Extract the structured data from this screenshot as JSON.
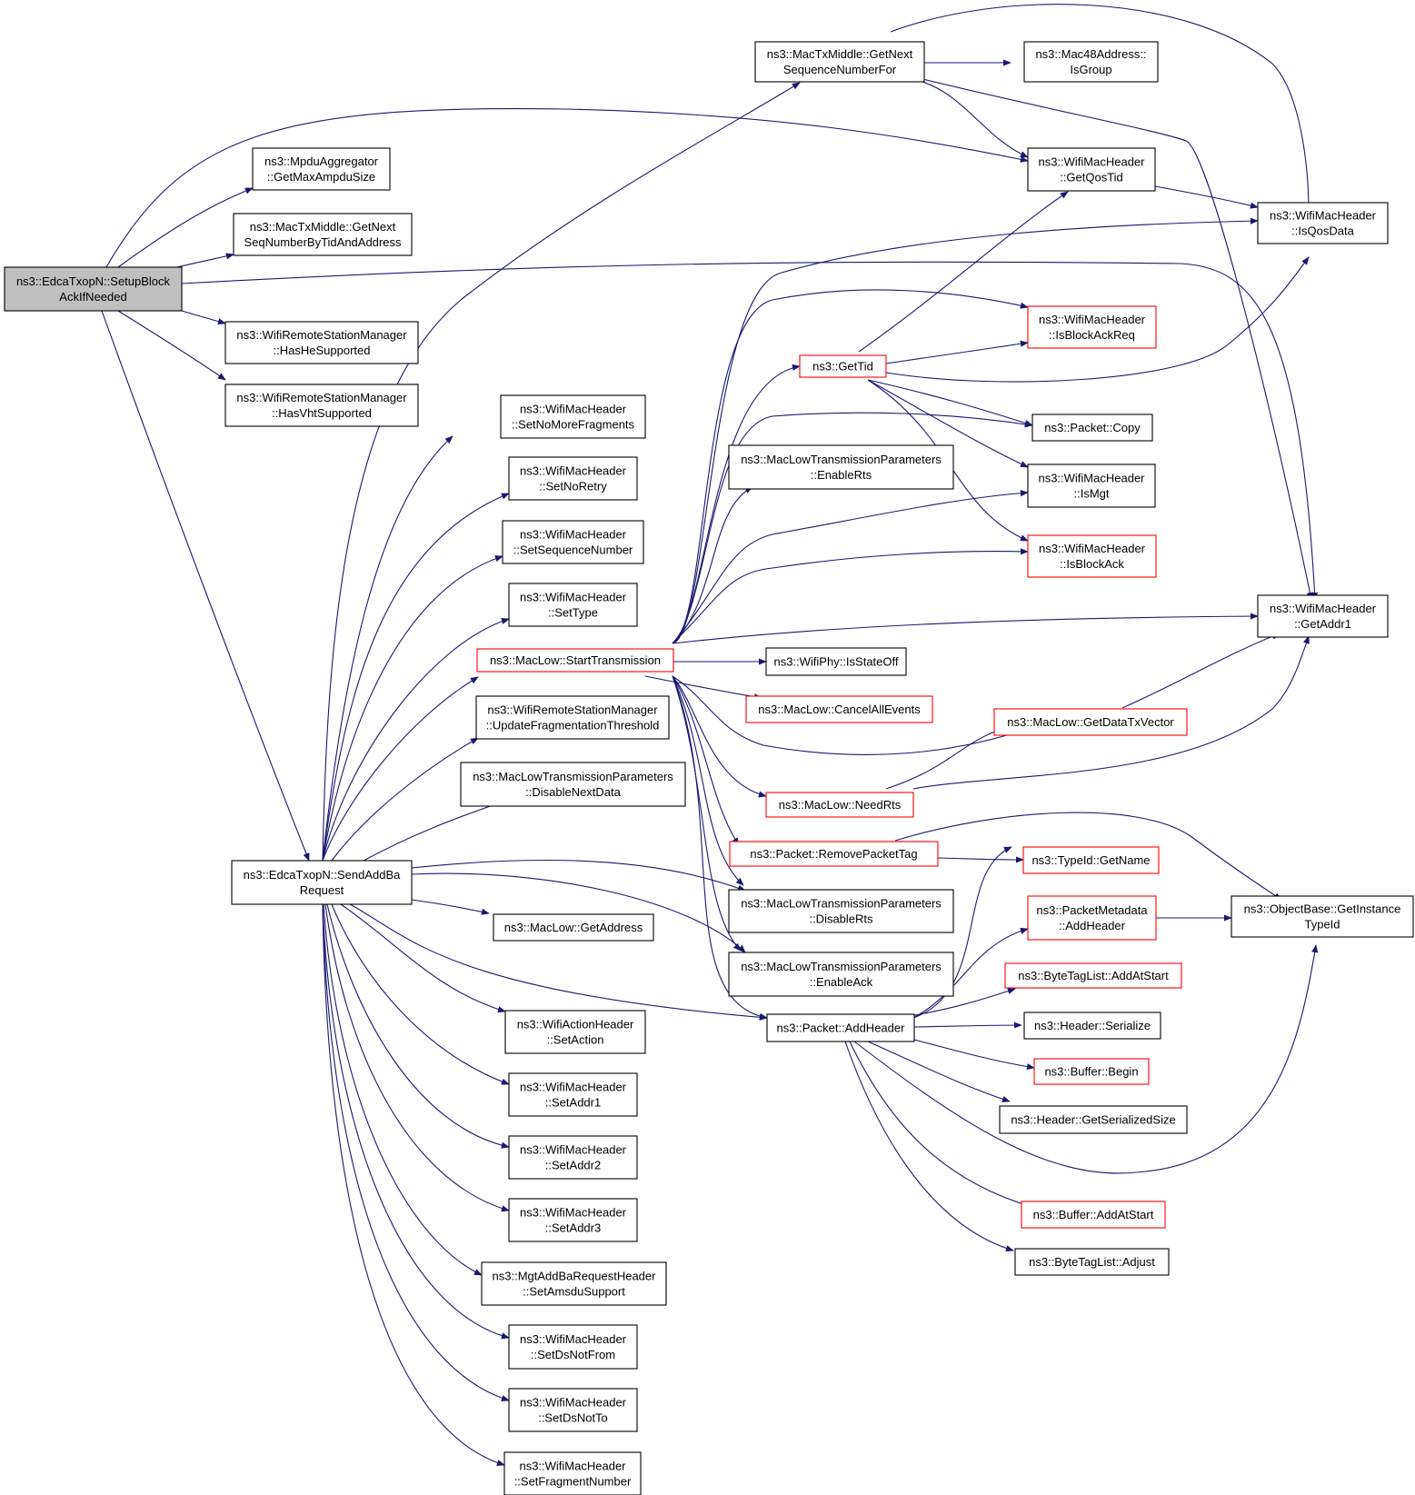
{
  "title": "",
  "colors": {
    "edge": "#191970",
    "root_fill": "#bfbfbf",
    "node_border": "#000000",
    "truncated_border": "#ff0000"
  },
  "nodes": [
    {
      "id": "root",
      "lines": [
        "ns3::EdcaTxopN::SetupBlock",
        "AckIfNeeded"
      ],
      "style": "root"
    },
    {
      "id": "getnextseqfor",
      "lines": [
        "ns3::MacTxMiddle::GetNext",
        "SequenceNumberFor"
      ],
      "style": "normal"
    },
    {
      "id": "isgroup",
      "lines": [
        "ns3::Mac48Address::",
        "IsGroup"
      ],
      "style": "normal"
    },
    {
      "id": "getmaxampdu",
      "lines": [
        "ns3::MpduAggregator",
        "::GetMaxAmpduSize"
      ],
      "style": "normal"
    },
    {
      "id": "getqostid",
      "lines": [
        "ns3::WifiMacHeader",
        "::GetQosTid"
      ],
      "style": "normal"
    },
    {
      "id": "isqosdata",
      "lines": [
        "ns3::WifiMacHeader",
        "::IsQosData"
      ],
      "style": "normal"
    },
    {
      "id": "getnextseqtid",
      "lines": [
        "ns3::MacTxMiddle::GetNext",
        "SeqNumberByTidAndAddress"
      ],
      "style": "normal"
    },
    {
      "id": "hashe",
      "lines": [
        "ns3::WifiRemoteStationManager",
        "::HasHeSupported"
      ],
      "style": "normal"
    },
    {
      "id": "hasvht",
      "lines": [
        "ns3::WifiRemoteStationManager",
        "::HasVhtSupported"
      ],
      "style": "normal"
    },
    {
      "id": "isblockackreq",
      "lines": [
        "ns3::WifiMacHeader",
        "::IsBlockAckReq"
      ],
      "style": "red"
    },
    {
      "id": "gettid",
      "lines": [
        "ns3::GetTid"
      ],
      "style": "red"
    },
    {
      "id": "setnomorefrag",
      "lines": [
        "ns3::WifiMacHeader",
        "::SetNoMoreFragments"
      ],
      "style": "normal"
    },
    {
      "id": "packetcopy",
      "lines": [
        "ns3::Packet::Copy"
      ],
      "style": "normal"
    },
    {
      "id": "enablerts",
      "lines": [
        "ns3::MacLowTransmissionParameters",
        "::EnableRts"
      ],
      "style": "normal"
    },
    {
      "id": "setnoretry",
      "lines": [
        "ns3::WifiMacHeader",
        "::SetNoRetry"
      ],
      "style": "normal"
    },
    {
      "id": "ismgt",
      "lines": [
        "ns3::WifiMacHeader",
        "::IsMgt"
      ],
      "style": "normal"
    },
    {
      "id": "setseqnum",
      "lines": [
        "ns3::WifiMacHeader",
        "::SetSequenceNumber"
      ],
      "style": "normal"
    },
    {
      "id": "isblockack",
      "lines": [
        "ns3::WifiMacHeader",
        "::IsBlockAck"
      ],
      "style": "red"
    },
    {
      "id": "settype",
      "lines": [
        "ns3::WifiMacHeader",
        "::SetType"
      ],
      "style": "normal"
    },
    {
      "id": "getaddr1",
      "lines": [
        "ns3::WifiMacHeader",
        "::GetAddr1"
      ],
      "style": "normal"
    },
    {
      "id": "starttx",
      "lines": [
        "ns3::MacLow::StartTransmission"
      ],
      "style": "red"
    },
    {
      "id": "isstateoff",
      "lines": [
        "ns3::WifiPhy::IsStateOff"
      ],
      "style": "normal"
    },
    {
      "id": "cancelall",
      "lines": [
        "ns3::MacLow::CancelAllEvents"
      ],
      "style": "red"
    },
    {
      "id": "updatefrag",
      "lines": [
        "ns3::WifiRemoteStationManager",
        "::UpdateFragmentationThreshold"
      ],
      "style": "normal"
    },
    {
      "id": "getdatatx",
      "lines": [
        "ns3::MacLow::GetDataTxVector"
      ],
      "style": "red"
    },
    {
      "id": "disablenext",
      "lines": [
        "ns3::MacLowTransmissionParameters",
        "::DisableNextData"
      ],
      "style": "normal"
    },
    {
      "id": "needrts",
      "lines": [
        "ns3::MacLow::NeedRts"
      ],
      "style": "red"
    },
    {
      "id": "removetag",
      "lines": [
        "ns3::Packet::RemovePacketTag"
      ],
      "style": "red"
    },
    {
      "id": "sendaddba",
      "lines": [
        "ns3::EdcaTxopN::SendAddBa",
        "Request"
      ],
      "style": "normal"
    },
    {
      "id": "getname",
      "lines": [
        "ns3::TypeId::GetName"
      ],
      "style": "red"
    },
    {
      "id": "disablerts",
      "lines": [
        "ns3::MacLowTransmissionParameters",
        "::DisableRts"
      ],
      "style": "normal"
    },
    {
      "id": "metaaddheader",
      "lines": [
        "ns3::PacketMetadata",
        "::AddHeader"
      ],
      "style": "red"
    },
    {
      "id": "getinstancetypeid",
      "lines": [
        "ns3::ObjectBase::GetInstance",
        "TypeId"
      ],
      "style": "normal"
    },
    {
      "id": "getaddress",
      "lines": [
        "ns3::MacLow::GetAddress"
      ],
      "style": "normal"
    },
    {
      "id": "enableack",
      "lines": [
        "ns3::MacLowTransmissionParameters",
        "::EnableAck"
      ],
      "style": "normal"
    },
    {
      "id": "addatstarttag",
      "lines": [
        "ns3::ByteTagList::AddAtStart"
      ],
      "style": "red"
    },
    {
      "id": "setaction",
      "lines": [
        "ns3::WifiActionHeader",
        "::SetAction"
      ],
      "style": "normal"
    },
    {
      "id": "addheader",
      "lines": [
        "ns3::Packet::AddHeader"
      ],
      "style": "normal"
    },
    {
      "id": "serialize",
      "lines": [
        "ns3::Header::Serialize"
      ],
      "style": "normal"
    },
    {
      "id": "bufbegin",
      "lines": [
        "ns3::Buffer::Begin"
      ],
      "style": "red"
    },
    {
      "id": "setaddr1",
      "lines": [
        "ns3::WifiMacHeader",
        "::SetAddr1"
      ],
      "style": "normal"
    },
    {
      "id": "getsersize",
      "lines": [
        "ns3::Header::GetSerializedSize"
      ],
      "style": "normal"
    },
    {
      "id": "setaddr2",
      "lines": [
        "ns3::WifiMacHeader",
        "::SetAddr2"
      ],
      "style": "normal"
    },
    {
      "id": "setaddr3",
      "lines": [
        "ns3::WifiMacHeader",
        "::SetAddr3"
      ],
      "style": "normal"
    },
    {
      "id": "bufaddatstart",
      "lines": [
        "ns3::Buffer::AddAtStart"
      ],
      "style": "red"
    },
    {
      "id": "bytetagadjust",
      "lines": [
        "ns3::ByteTagList::Adjust"
      ],
      "style": "normal"
    },
    {
      "id": "setamsdu",
      "lines": [
        "ns3::MgtAddBaRequestHeader",
        "::SetAmsduSupport"
      ],
      "style": "normal"
    },
    {
      "id": "setdsnotfrom",
      "lines": [
        "ns3::WifiMacHeader",
        "::SetDsNotFrom"
      ],
      "style": "normal"
    },
    {
      "id": "setdsnotto",
      "lines": [
        "ns3::WifiMacHeader",
        "::SetDsNotTo"
      ],
      "style": "normal"
    },
    {
      "id": "setfragnum",
      "lines": [
        "ns3::WifiMacHeader",
        "::SetFragmentNumber"
      ],
      "style": "normal"
    }
  ]
}
